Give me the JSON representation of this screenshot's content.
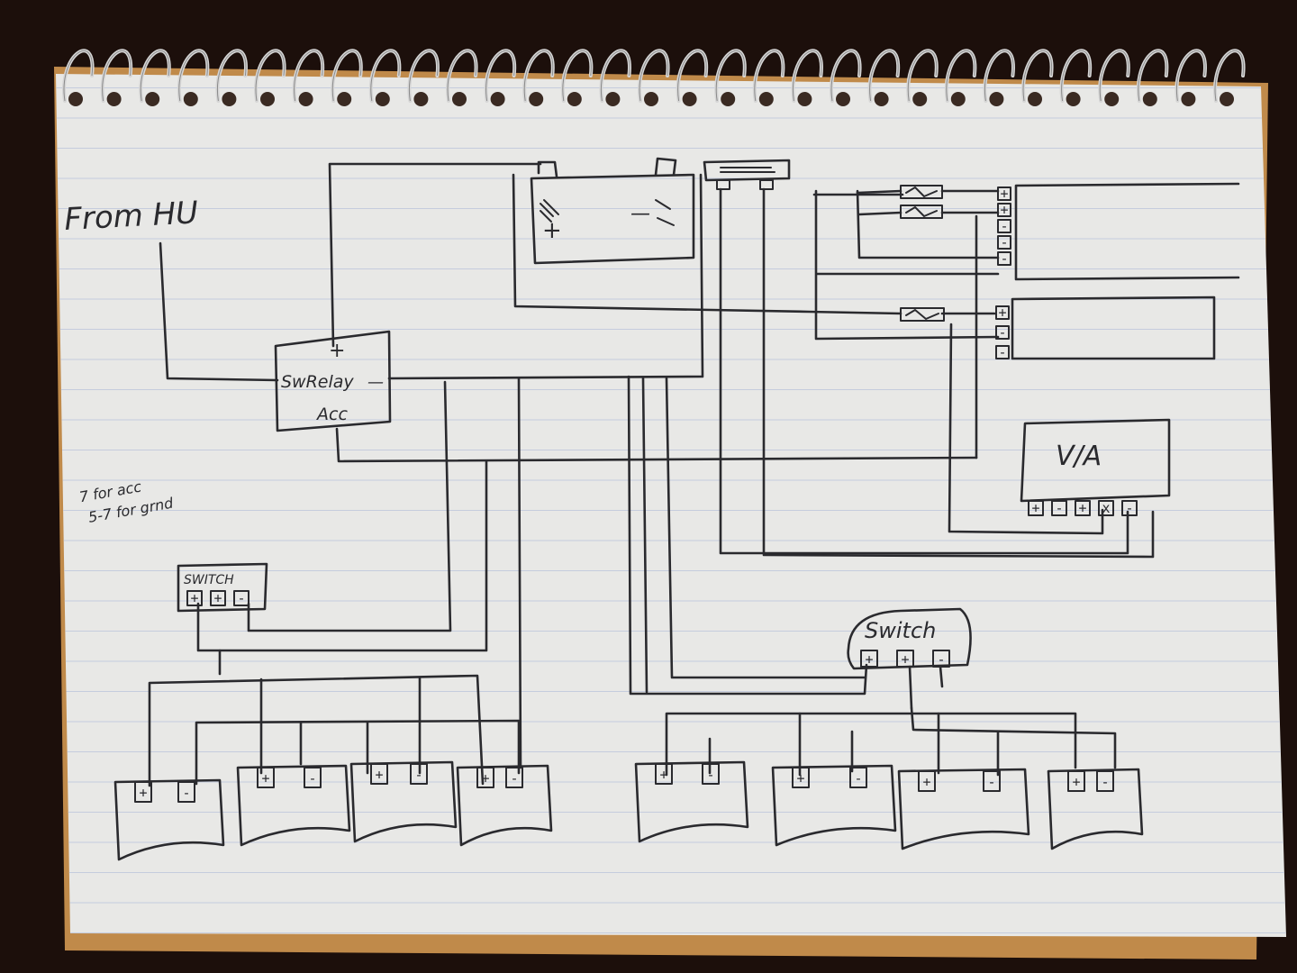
{
  "notes": {
    "from_hu": "From HU",
    "acc_line": "7 for acc",
    "gnd_line": "5-7 for grnd"
  },
  "relay": {
    "plus": "+",
    "name": "SwRelay",
    "minus": "—",
    "acc": "Acc"
  },
  "battery": {
    "plus": "+",
    "minus": "—"
  },
  "switch_left": {
    "label": "SWITCH",
    "terminals": [
      "+",
      "+",
      "-"
    ]
  },
  "switch_right": {
    "label": "Switch",
    "terminals": [
      "+",
      "+",
      "-"
    ]
  },
  "processor": {
    "label": "V/A",
    "terminals": [
      "+",
      "-",
      "+",
      "x",
      "-"
    ]
  },
  "amp_top": {
    "terminals": [
      "+",
      "+",
      "-",
      "-",
      "-"
    ]
  },
  "amp_mid": {
    "terminals": [
      "+",
      "-",
      "-"
    ]
  },
  "loads_left": [
    {
      "plus": "+",
      "minus": "-"
    },
    {
      "plus": "+",
      "minus": "-"
    },
    {
      "plus": "+",
      "minus": "-"
    },
    {
      "plus": "+",
      "minus": "-"
    }
  ],
  "loads_right": [
    {
      "plus": "+",
      "minus": "-"
    },
    {
      "plus": "+",
      "minus": "-"
    },
    {
      "plus": "+",
      "minus": "-"
    },
    {
      "plus": "+",
      "minus": "-"
    }
  ]
}
